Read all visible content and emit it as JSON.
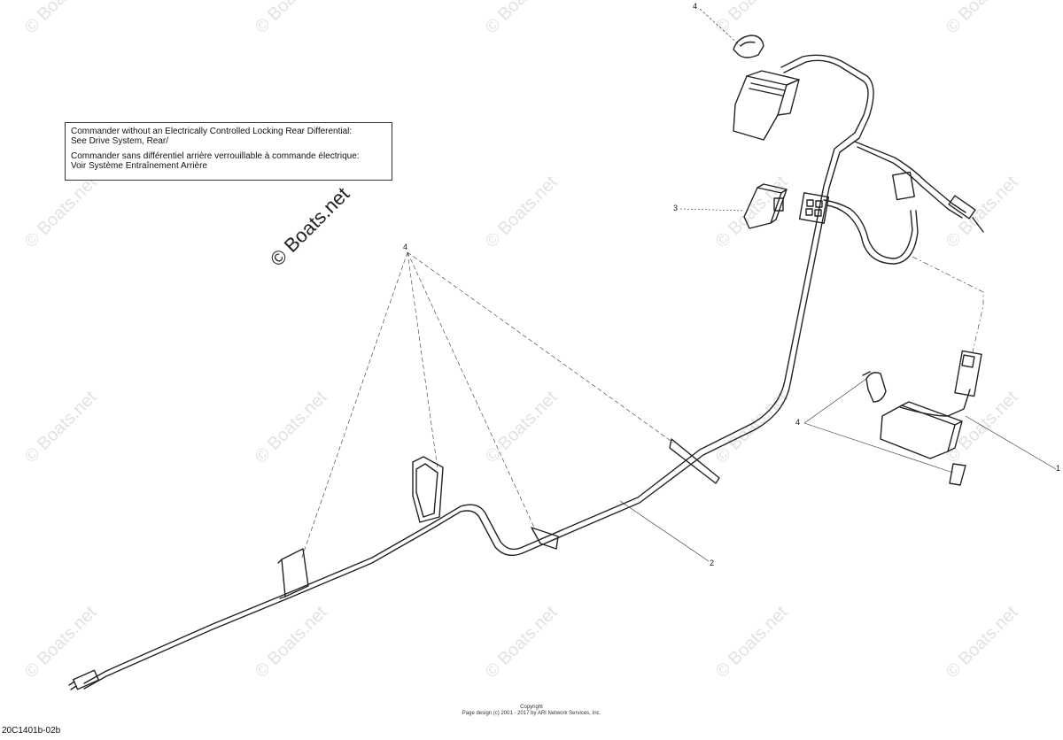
{
  "note": {
    "line_en_1": "Commander without an Electrically Controlled Locking Rear Differential:",
    "line_en_2": "See Drive System, Rear/",
    "line_fr_1": "Commander sans différentiel arrière verrouillable à commande électrique:",
    "line_fr_2": "Voir Système Entraînement Arrière"
  },
  "watermark": {
    "text": "© Boats.net"
  },
  "callouts": {
    "c1": "1",
    "c2": "2",
    "c3": "3",
    "c4_top": "4",
    "c4_mid": "4",
    "c4_right": "4"
  },
  "footer": {
    "copyright": "Copyright",
    "page_design": "Page design (c) 2001 - 2017 by ARI Network Services, Inc."
  },
  "diagram_id": "20C1401b-02b"
}
